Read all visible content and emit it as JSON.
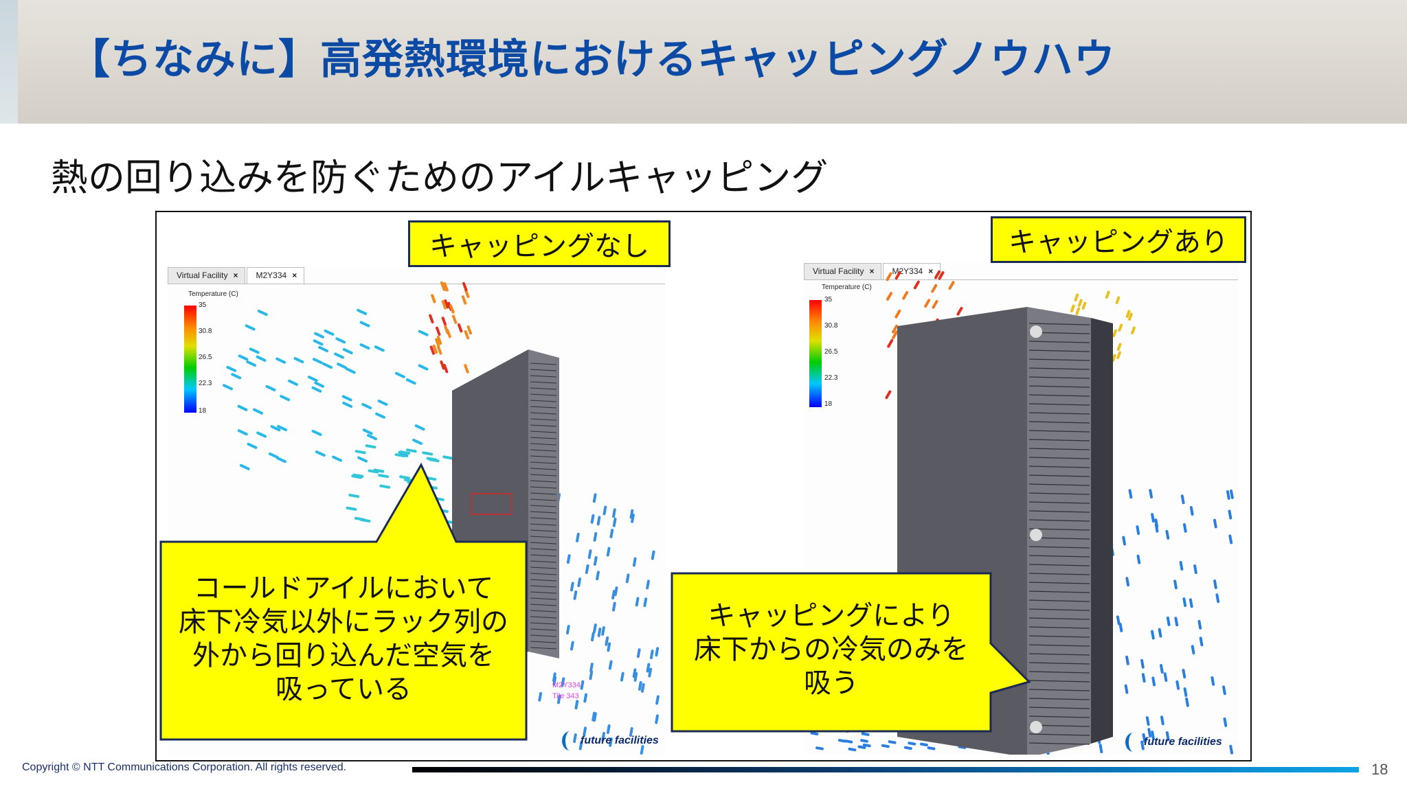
{
  "header": {
    "title": "【ちなみに】高発熱環境におけるキャッピングノウハウ"
  },
  "subtitle": "熱の回り込みを防ぐためのアイルキャッピング",
  "left_panel": {
    "label": "キャッピングなし",
    "tabs": [
      "Virtual Facility",
      "M2Y334"
    ],
    "legend_title": "Temperature (C)",
    "legend_ticks": [
      "35",
      "30.8",
      "26.5",
      "22.3",
      "18"
    ],
    "rack_label": "M2Y334",
    "tile_label": "Tile 343",
    "logo": "future facilities",
    "callout": [
      "コールドアイルにおいて",
      "床下冷気以外にラック列の",
      "外から回り込んだ空気を",
      "吸っている"
    ]
  },
  "right_panel": {
    "label": "キャッピングあり",
    "tabs": [
      "Virtual Facility",
      "M2Y334"
    ],
    "legend_title": "Temperature (C)",
    "legend_ticks": [
      "35",
      "30.8",
      "26.5",
      "22.3",
      "18"
    ],
    "logo": "future facilities",
    "callout": [
      "キャッピングにより",
      "床下からの冷気のみを",
      "吸う"
    ]
  },
  "footer": {
    "copyright": "Copyright © NTT Communications Corporation. All rights reserved.",
    "page": "18"
  },
  "colors": {
    "title": "#0b4aa5",
    "callout_fill": "#ffff00",
    "callout_border": "#1a2a55",
    "rack": "#5a5b63"
  }
}
